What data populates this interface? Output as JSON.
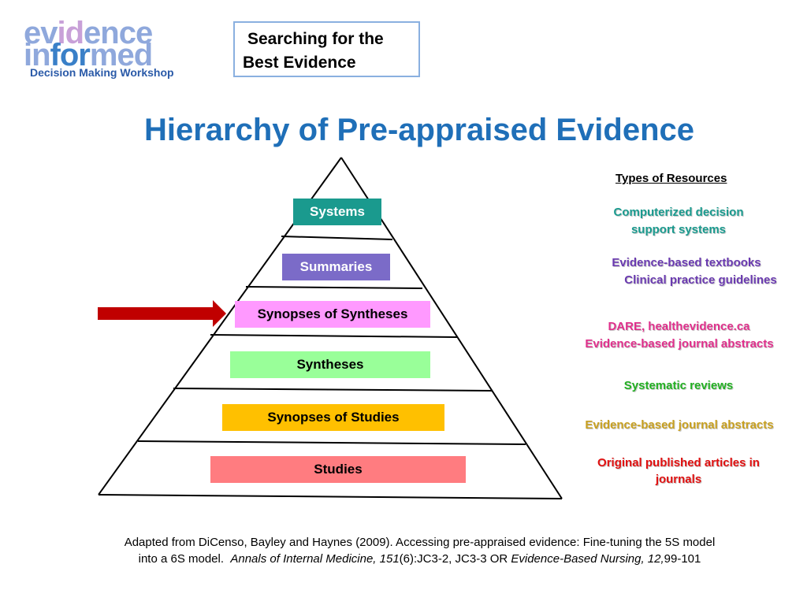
{
  "logo": {
    "line1": [
      {
        "t": "ev",
        "c": "#8fa8dc"
      },
      {
        "t": "id",
        "c": "#c8a0d8"
      },
      {
        "t": "ence",
        "c": "#8fa8dc"
      }
    ],
    "line2": [
      {
        "t": "in",
        "c": "#8fa8dc"
      },
      {
        "t": "for",
        "c": "#3a80c8"
      },
      {
        "t": "med",
        "c": "#8fa8dc"
      }
    ],
    "subtitle": "Decision Making Workshop",
    "subtitle_color": "#2a5aa8"
  },
  "header": {
    "line1": "Searching for the",
    "line2": "Best Evidence"
  },
  "title": "Hierarchy of Pre-appraised Evidence",
  "title_color": "#1f6fb8",
  "pyramid_levels": [
    {
      "label": "Systems",
      "bg": "#1a9a8e",
      "fg": "#ffffff"
    },
    {
      "label": "Summaries",
      "bg": "#7b6bc8",
      "fg": "#ffffff"
    },
    {
      "label": "Synopses of Syntheses",
      "bg": "#ff99ff",
      "fg": "#000000",
      "highlighted": true
    },
    {
      "label": "Syntheses",
      "bg": "#99ff99",
      "fg": "#000000"
    },
    {
      "label": "Synopses of Studies",
      "bg": "#ffc000",
      "fg": "#000000"
    },
    {
      "label": "Studies",
      "bg": "#ff7c80",
      "fg": "#000000"
    }
  ],
  "arrow_color": "#c00000",
  "resources": {
    "heading": "Types of Resources",
    "items": [
      {
        "lines": [
          "Computerized decision",
          "support systems"
        ],
        "color": "#1a9a8e"
      },
      {
        "lines": [
          "Evidence-based textbooks",
          "Clinical practice guidelines"
        ],
        "color": "#6a3ab0"
      },
      {
        "lines": [
          "DARE, healthevidence.ca",
          "Evidence-based journal abstracts"
        ],
        "color": "#e0308c"
      },
      {
        "lines": [
          "Systematic reviews"
        ],
        "color": "#22b022"
      },
      {
        "lines": [
          "Evidence-based journal abstracts"
        ],
        "color": "#c8a020"
      },
      {
        "lines": [
          "Original published articles in",
          "journals"
        ],
        "color": "#e01010"
      }
    ]
  },
  "citation": {
    "line1": "Adapted from DiCenso, Bayley and Haynes (2009). Accessing pre-appraised evidence: Fine-tuning the 5S model",
    "line2_a": "into a 6S model.  ",
    "line2_b": "Annals of Internal Medicine, 151",
    "line2_c": "(6):JC3-2, JC3-3 OR ",
    "line2_d": "Evidence-Based Nursing, 12,",
    "line2_e": "99-101"
  }
}
